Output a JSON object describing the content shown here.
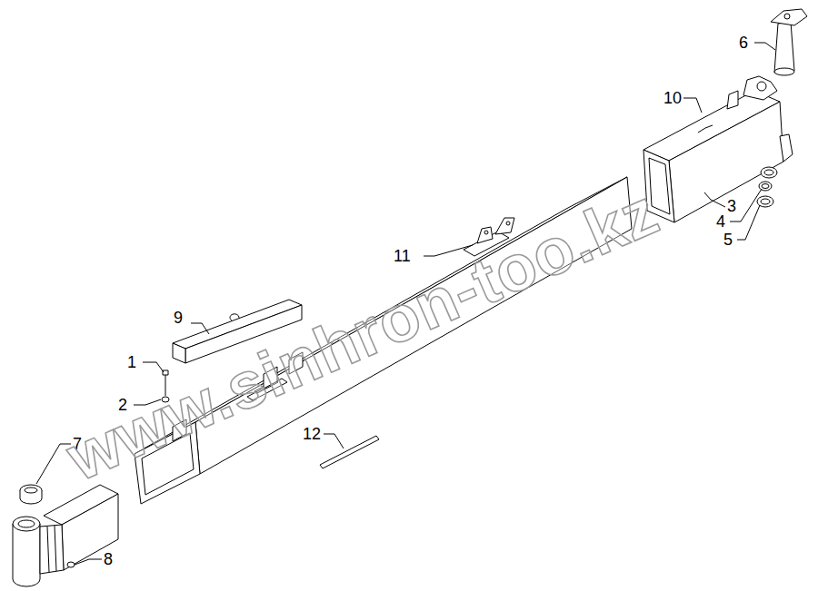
{
  "diagram": {
    "labels": [
      "1",
      "2",
      "3",
      "4",
      "5",
      "6",
      "7",
      "8",
      "9",
      "10",
      "11",
      "12",
      "www.sinhron-too.kz"
    ]
  }
}
